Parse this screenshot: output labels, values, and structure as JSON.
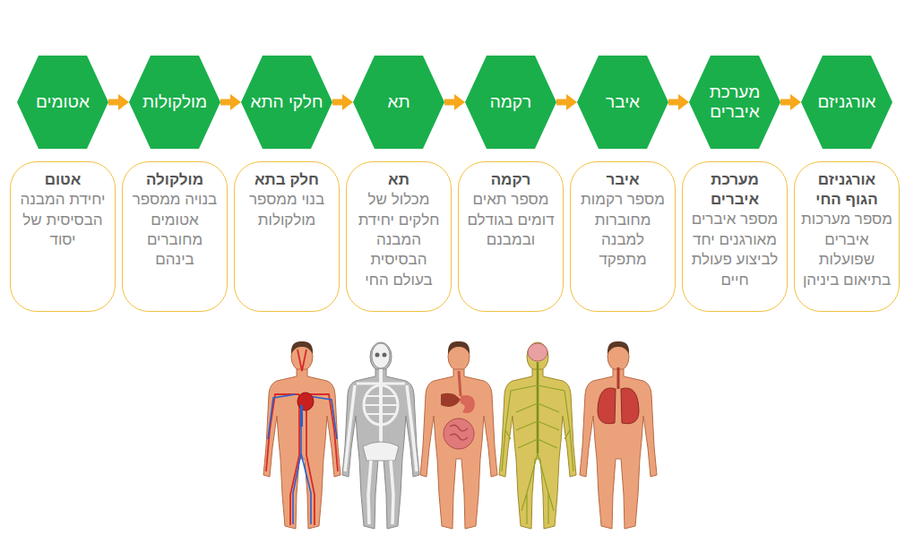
{
  "diagram": {
    "nodes": [
      {
        "text": [
          "אטומים"
        ]
      },
      {
        "text": [
          "מולקולות"
        ]
      },
      {
        "text": [
          "חלקי התא"
        ]
      },
      {
        "text": [
          "תא"
        ]
      },
      {
        "text": [
          "רקמה"
        ]
      },
      {
        "text": [
          "איבר"
        ]
      },
      {
        "text": [
          "מערכת איברים"
        ]
      },
      {
        "text": [
          "אורגניזם"
        ]
      },
      {
        "text": [
          "אטום",
          "יחידת המבנה הבסיסית של יסוד"
        ]
      },
      {
        "text": [
          "מולקולה",
          "בנויה ממספר אטומים מחוברים בינהם"
        ]
      },
      {
        "text": [
          "חלק בתא",
          "בנוי ממספר מולקולות"
        ]
      },
      {
        "text": [
          "תא",
          "מכלול של חלקים יחידת המבנה הבסיסית בעולם החי"
        ]
      },
      {
        "text": [
          "רקמה",
          "מספר תאים דומים בגודלם ובמבנם"
        ]
      },
      {
        "text": [
          "איבר",
          "מספר רקמות מחוברות למבנה מתפקד"
        ]
      },
      {
        "text": [
          "מערכת איברים",
          "מספר איברים מאורגנים יחד לביצוע פעולת חיים"
        ]
      },
      {
        "text": [
          "אורגניזם הגוף החי",
          "מספר מערכות איברים שפועלות בתיאום ביניהן"
        ]
      }
    ],
    "edges": [
      {
        "from": 0,
        "to": 1,
        "arrow": "to"
      },
      {
        "from": 1,
        "to": 2,
        "arrow": "to"
      },
      {
        "from": 2,
        "to": 3,
        "arrow": "to"
      },
      {
        "from": 3,
        "to": 4,
        "arrow": "to"
      },
      {
        "from": 4,
        "to": 5,
        "arrow": "to"
      },
      {
        "from": 5,
        "to": 6,
        "arrow": "to"
      },
      {
        "from": 6,
        "to": 7,
        "arrow": "to"
      }
    ]
  }
}
